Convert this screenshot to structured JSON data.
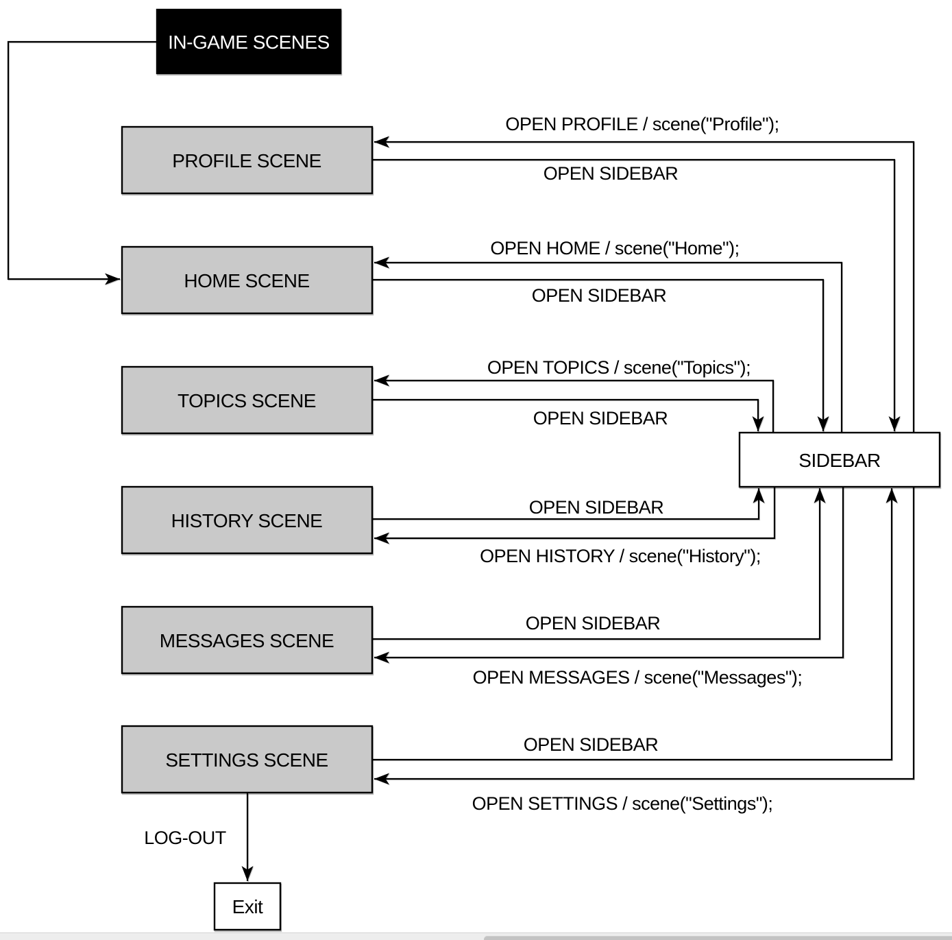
{
  "nodes": {
    "ingame": {
      "label": "IN-GAME SCENES"
    },
    "profile": {
      "label": "PROFILE SCENE"
    },
    "home": {
      "label": "HOME SCENE"
    },
    "topics": {
      "label": "TOPICS SCENE"
    },
    "history": {
      "label": "HISTORY SCENE"
    },
    "messages": {
      "label": "MESSAGES SCENE"
    },
    "settings": {
      "label": "SETTINGS SCENE"
    },
    "sidebar": {
      "label": "SIDEBAR"
    },
    "exit": {
      "label": "Exit"
    }
  },
  "edges": {
    "open_profile": {
      "label": "OPEN PROFILE / scene(\"Profile\");"
    },
    "profile_sidebar": {
      "label": "OPEN SIDEBAR"
    },
    "open_home": {
      "label": "OPEN HOME / scene(\"Home\");"
    },
    "home_sidebar": {
      "label": "OPEN SIDEBAR"
    },
    "open_topics": {
      "label": "OPEN TOPICS / scene(\"Topics\");"
    },
    "topics_sidebar": {
      "label": "OPEN SIDEBAR"
    },
    "history_sidebar": {
      "label": "OPEN SIDEBAR"
    },
    "open_history": {
      "label": "OPEN HISTORY / scene(\"History\");"
    },
    "messages_sidebar": {
      "label": "OPEN SIDEBAR"
    },
    "open_messages": {
      "label": "OPEN MESSAGES / scene(\"Messages\");"
    },
    "settings_sidebar": {
      "label": "OPEN SIDEBAR"
    },
    "open_settings": {
      "label": "OPEN SETTINGS / scene(\"Settings\");"
    },
    "logout": {
      "label": "LOG-OUT"
    }
  },
  "colors": {
    "background": "#ffffff",
    "scene_fill": "#c9c9c9",
    "title_fill": "#000000",
    "title_text": "#ffffff",
    "plain_fill": "#ffffff",
    "line": "#000000",
    "scrollbar_track": "#ededed",
    "scrollbar_thumb": "#c3c3c3"
  }
}
